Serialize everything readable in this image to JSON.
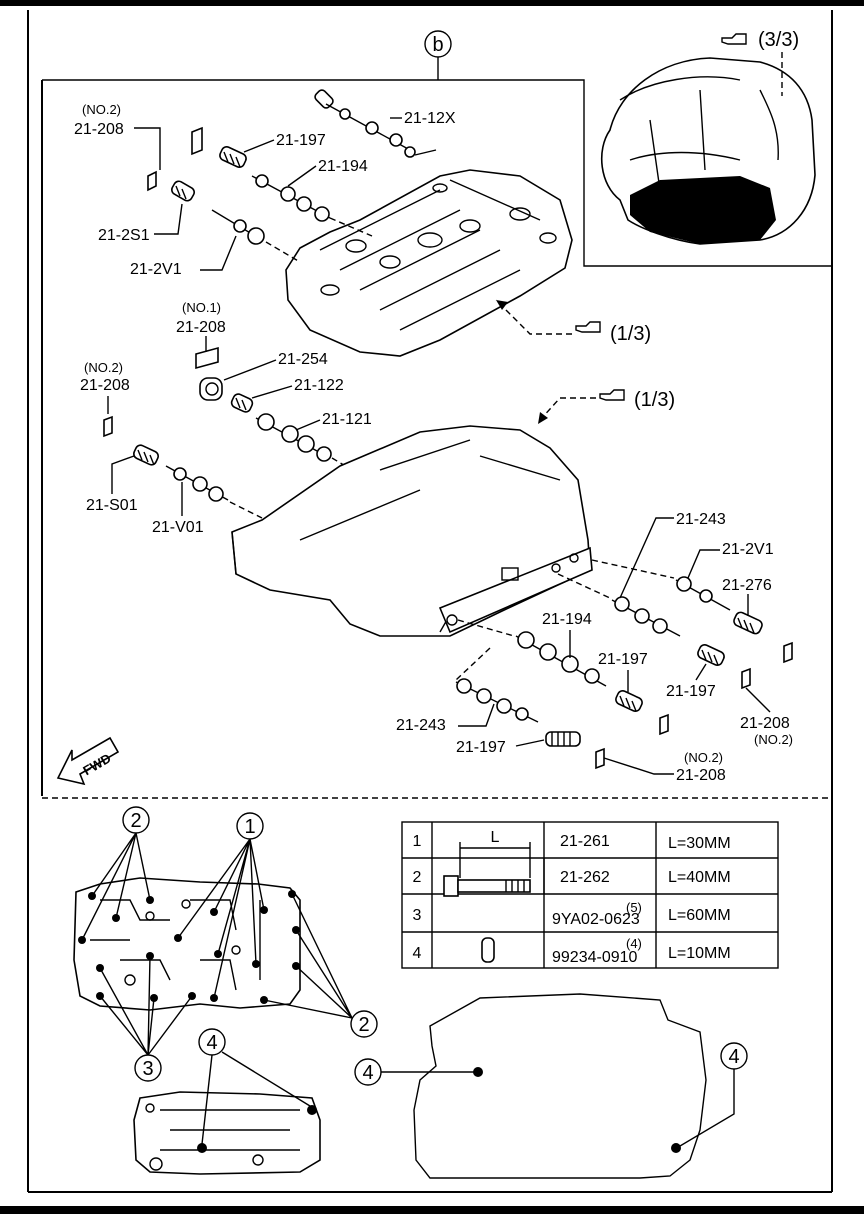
{
  "callouts": {
    "b": "b",
    "ref_3_3": "(3/3)",
    "ref_1_3_top": "(1/3)",
    "ref_1_3_mid": "(1/3)",
    "fwd": "FWD",
    "c1": "1",
    "c2_top": "2",
    "c2_right": "2",
    "c3": "3",
    "c4_left": "4",
    "c4_mid": "4",
    "c4_right": "4",
    "table_c5": "(5)",
    "table_c4": "(4)"
  },
  "labels": {
    "no2_a": "(NO.2)",
    "p208_a": "21-208",
    "p12x": "21-12X",
    "p197_a": "21-197",
    "p194_a": "21-194",
    "p2s1": "21-2S1",
    "p2v1_a": "21-2V1",
    "no1": "(NO.1)",
    "p208_b": "21-208",
    "p254": "21-254",
    "p122": "21-122",
    "p121": "21-121",
    "no2_b": "(NO.2)",
    "p208_c": "21-208",
    "ps01": "21-S01",
    "pv01": "21-V01",
    "p243_a": "21-243",
    "p2v1_b": "21-2V1",
    "p276": "21-276",
    "p194_b": "21-194",
    "p197_b": "21-197",
    "p197_c": "21-197",
    "p208_d": "21-208",
    "no2_d": "(NO.2)",
    "p243_b": "21-243",
    "p197_d": "21-197",
    "no2_e": "(NO.2)",
    "p208_e": "21-208"
  },
  "table": {
    "header_L": "L",
    "rows": [
      {
        "no": "1",
        "part": "21-261",
        "len": "L=30MM"
      },
      {
        "no": "2",
        "part": "21-262",
        "len": "L=40MM"
      },
      {
        "no": "3",
        "part": "9YA02-0623",
        "len": "L=60MM"
      },
      {
        "no": "4",
        "part": "99234-0910",
        "len": "L=10MM"
      }
    ]
  }
}
